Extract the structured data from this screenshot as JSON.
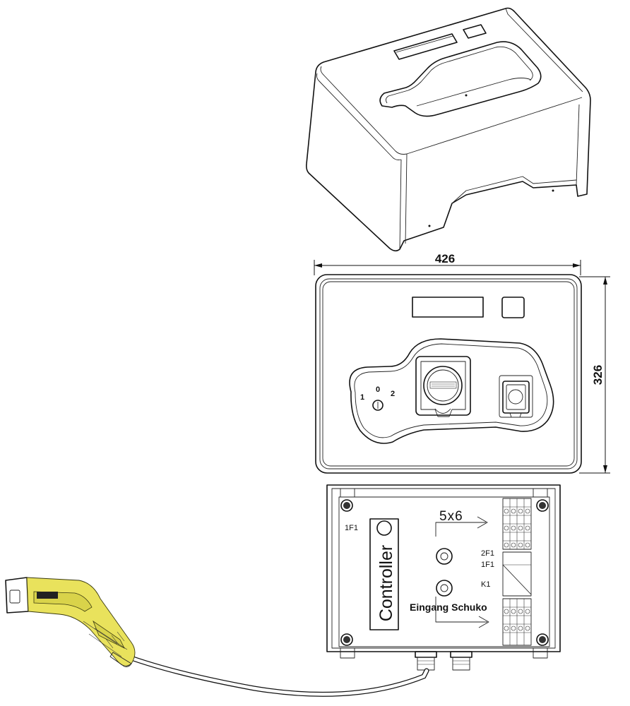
{
  "dimensions": {
    "width_label": "426",
    "height_label": "326"
  },
  "front_view": {
    "switch_positions": [
      "1",
      "0",
      "2"
    ]
  },
  "cabinet": {
    "controller_label": "Controller",
    "fuse_left": "1F1",
    "cable_spec": "5x6",
    "fuse_2f1": "2F1",
    "fuse_1f1": "1F1",
    "contactor": "K1",
    "input_label": "Eingang Schuko"
  },
  "colors": {
    "line": "#111111",
    "plug_yellow": "#e9e25c"
  }
}
